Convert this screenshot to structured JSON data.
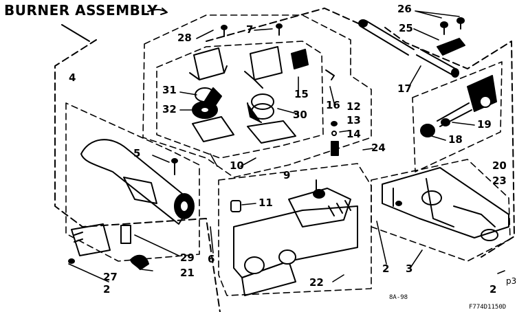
{
  "title": "BURNER ASSEMBLY",
  "callouts": {
    "c26": "26",
    "c25": "25",
    "c28": "28",
    "c7": "7",
    "c17": "17",
    "c4": "4",
    "c31": "31",
    "c15": "15",
    "c16": "16",
    "c32": "32",
    "c30": "30",
    "c12": "12",
    "c13": "13",
    "c14": "14",
    "c19": "19",
    "c18": "18",
    "c5": "5",
    "c10": "10",
    "c9": "9",
    "c24": "24",
    "c20": "20",
    "c23": "23",
    "c11": "11",
    "c6": "6",
    "c29": "29",
    "c21": "21",
    "c27": "27",
    "c2a": "2",
    "c22": "22",
    "c2b": "2",
    "c3": "3",
    "c2c": "2"
  },
  "footer": {
    "page_code": "p3",
    "small_mark": "8A-98",
    "diagram_code": "F774D1150D"
  }
}
